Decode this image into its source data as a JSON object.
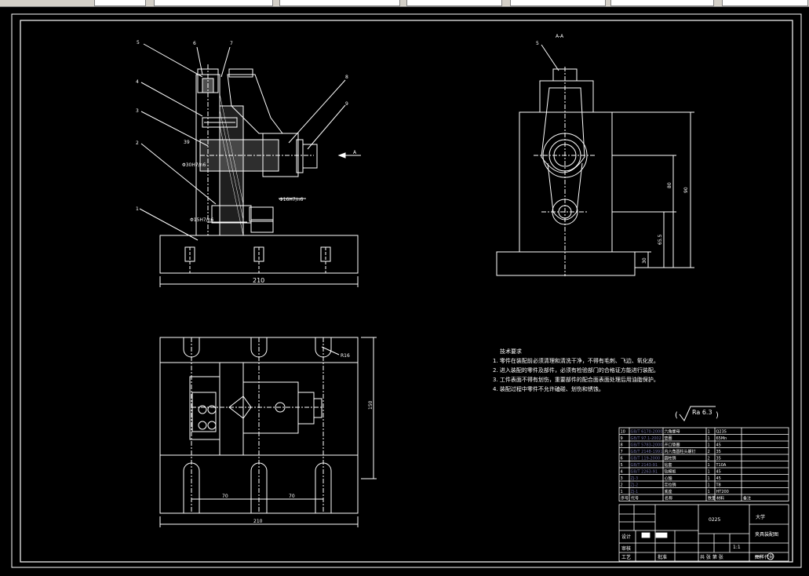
{
  "app": {
    "title": "AutoCAD drawing viewer"
  },
  "toolbar": {
    "icons": [
      "pointer-icon",
      "zoom-icon"
    ]
  },
  "drawing": {
    "section_label": "A-A",
    "arrow_label": "A",
    "callouts": [
      "1",
      "2",
      "3",
      "4",
      "5",
      "6",
      "7",
      "8",
      "9"
    ],
    "right_callout": "5",
    "dims": {
      "width_front": "210",
      "width_plan": "210",
      "plan_span1": "70",
      "plan_span2": "70",
      "plan_height": "150",
      "radius": "R16",
      "fit1": "Φ30H7/n6",
      "fit2": "Φ16H7/n6",
      "fit3": "Φ15H7/n6",
      "h1": "39",
      "r_h1": "90",
      "r_h2": "80",
      "r_h3": "65.5",
      "r_h4": "30"
    },
    "roughness": "Ra 6.3",
    "tech_title": "技术要求",
    "tech_items": [
      "1. 零件在装配前必须清理和清洗干净，不得有毛刺、飞边、氧化皮。",
      "2. 进入装配的零件及部件，必须有检验部门的合格证方能进行装配。",
      "3. 工件表面不得有划伤，重要部件的配合面表面处理后用油脂保护。",
      "4. 装配过程中零件不允许磕碰、划伤和锈蚀。"
    ],
    "bom": [
      [
        "10",
        "GB/T 6170-2000",
        "六角螺母",
        "1",
        "Q235",
        ""
      ],
      [
        "9",
        "GB/T 97.1-2002",
        "垫圈",
        "1",
        "65Mn",
        ""
      ],
      [
        "8",
        "GB/T 5783-2000",
        "开口垫圈",
        "1",
        "45",
        ""
      ],
      [
        "7",
        "GB/T 2148-1991",
        "内六角圆柱头螺钉",
        "2",
        "35",
        ""
      ],
      [
        "6",
        "GB/T 119-2000",
        "圆柱销",
        "2",
        "35",
        ""
      ],
      [
        "5",
        "GB/T 2143-91",
        "钻套",
        "1",
        "T10A",
        ""
      ],
      [
        "4",
        "GB/T 2263-91",
        "钻模板",
        "1",
        "45",
        ""
      ],
      [
        "3",
        "ZJ-3",
        "心轴",
        "1",
        "45",
        ""
      ],
      [
        "2",
        "ZJ-2",
        "定位销",
        "1",
        "T8",
        ""
      ],
      [
        "1",
        "ZJ-1",
        "底座",
        "1",
        "HT200",
        ""
      ]
    ],
    "bom_header": [
      "序号",
      "代号",
      "名称",
      "数量",
      "材料",
      "备注"
    ],
    "title_block": {
      "school": "大学",
      "drawing_name": "夹具装配图",
      "scale": "1:1",
      "code": "0225",
      "sheet_text": "共 张 第 张",
      "design": "设计",
      "check": "审核",
      "process": "工艺",
      "approve": "批准",
      "projection_label": "图样代号"
    }
  }
}
